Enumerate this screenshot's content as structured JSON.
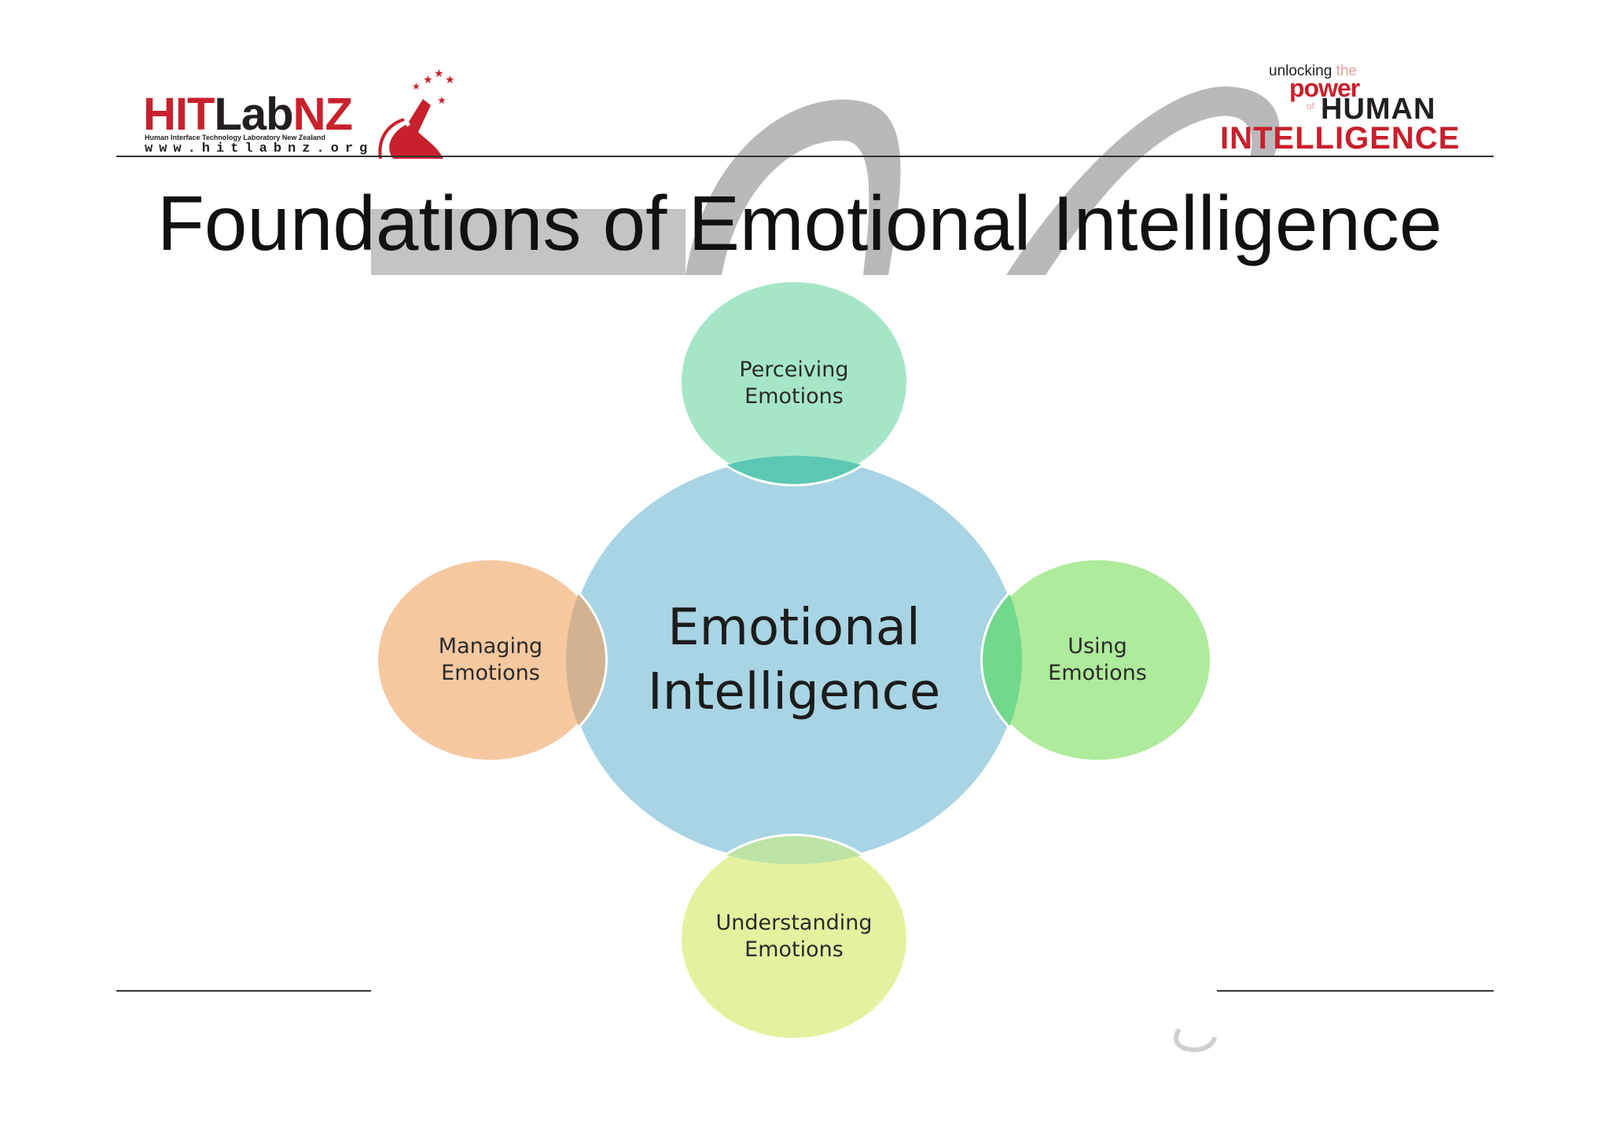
{
  "header": {
    "logo_left": {
      "wordmark_red": "HIT",
      "wordmark_dark": "Lab",
      "wordmark_red2": "NZ",
      "subline": "Human Interface Technology Laboratory New Zealand",
      "url": "www.hitlabnz.org"
    },
    "logo_right": {
      "line1": "unlocking",
      "line1_faint": "the",
      "line2": "power",
      "of": "of",
      "line3": "HUMAN",
      "line4": "INTELLIGENCE"
    }
  },
  "title": "Foundations of Emotional Intelligence",
  "diagram": {
    "center": {
      "line1": "Emotional",
      "line2": "Intelligence",
      "color": "#a8d4e4"
    },
    "nodes": [
      {
        "id": "top",
        "line1": "Perceiving",
        "line2": "Emotions",
        "color": "#a6e6c8"
      },
      {
        "id": "right",
        "line1": "Using",
        "line2": "Emotions",
        "color": "#aeeb9c"
      },
      {
        "id": "bottom",
        "line1": "Understanding",
        "line2": "Emotions",
        "color": "#e4f2a0"
      },
      {
        "id": "left",
        "line1": "Managing",
        "line2": "Emotions",
        "color": "#f6c8a0"
      }
    ]
  },
  "colors": {
    "brand_red": "#c8202c",
    "swoosh_gray": "#b9b9bb"
  }
}
